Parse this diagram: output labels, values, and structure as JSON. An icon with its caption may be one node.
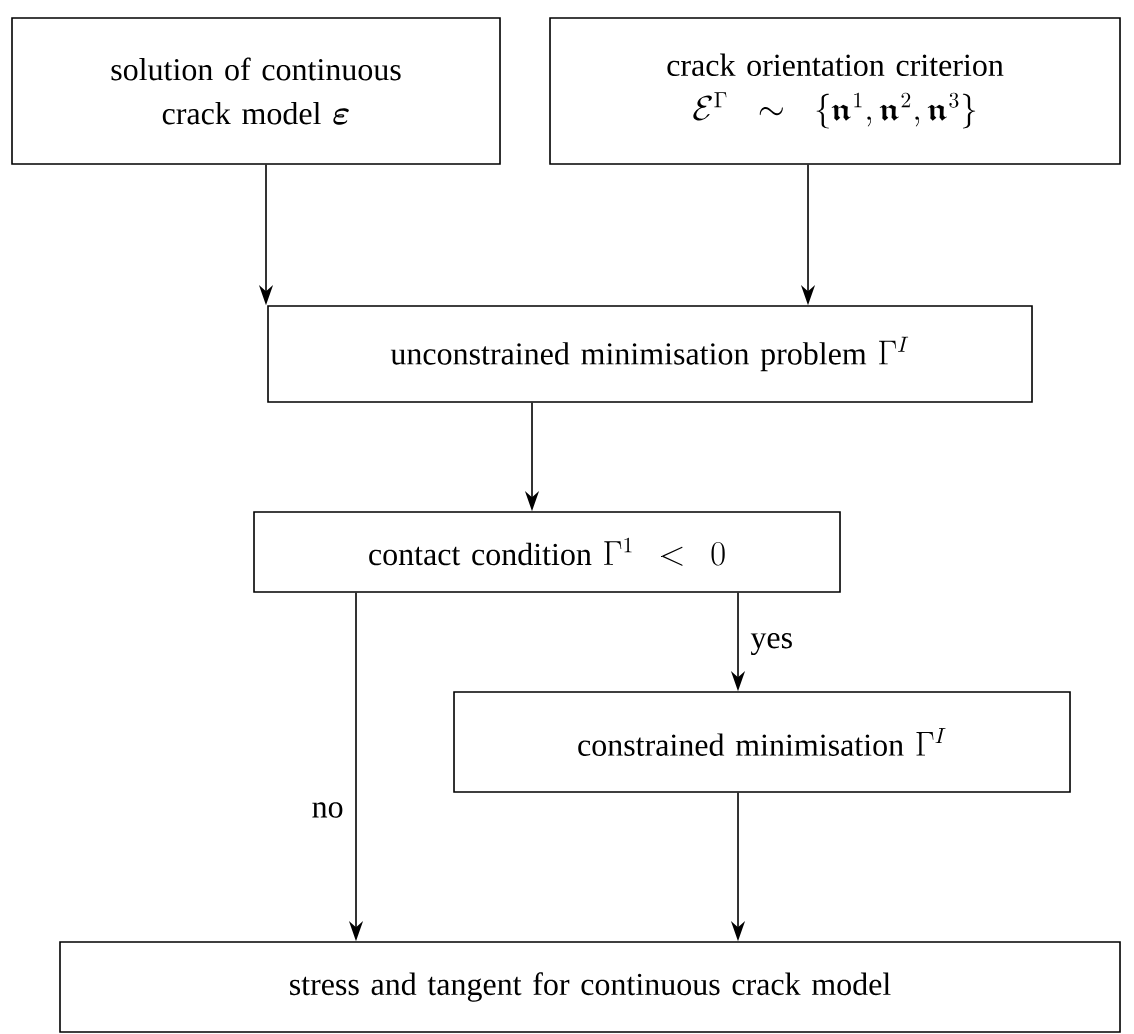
{
  "diagram": {
    "nodes": [
      {
        "text": [
          "solution of continuous crack model",
          "\\boldsymbol{\\varepsilon}"
        ]
      },
      {
        "text": [
          "crack orientation criterion",
          "\\mathcal{E}^{\\Gamma} \\sim \\{\\boldsymbol{\\mathfrak{n}}^1, \\boldsymbol{\\mathfrak{n}}^2, \\boldsymbol{\\mathfrak{n}}^3\\}"
        ]
      },
      {
        "text": [
          "unconstrained minimisation problem",
          "\\Gamma^{I}"
        ]
      },
      {
        "text": [
          "contact condition",
          "\\Gamma^1 < 0"
        ]
      },
      {
        "text": [
          "constrained minimisation",
          "\\Gamma^{I}"
        ]
      },
      {
        "text": [
          "stress and tangent for continuous crack model"
        ]
      }
    ],
    "edges": [
      {
        "from": 0,
        "to": 2,
        "arrow": "to"
      },
      {
        "from": 1,
        "to": 2,
        "arrow": "to"
      },
      {
        "from": 2,
        "to": 3,
        "arrow": "to"
      },
      {
        "from": 3,
        "to": 4,
        "arrow": "to",
        "label": "yes"
      },
      {
        "from": 3,
        "to": 5,
        "arrow": "to",
        "label": "no"
      },
      {
        "from": 4,
        "to": 5,
        "arrow": "to"
      }
    ]
  }
}
